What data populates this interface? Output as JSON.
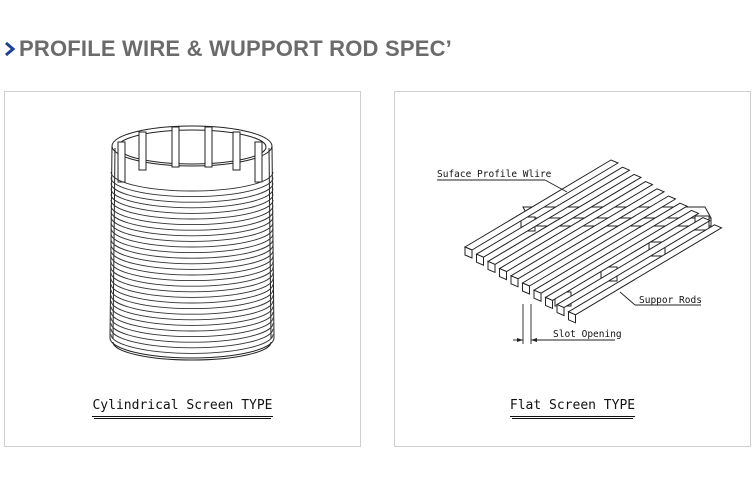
{
  "header": {
    "title": "PROFILE WIRE & WUPPORT ROD SPEC’",
    "accent_color": "#1f3f9a",
    "icon": "chevron-right-icon"
  },
  "panels": [
    {
      "caption": "Cylindrical Screen TYPE"
    },
    {
      "caption": "Flat Screen TYPE",
      "labels": {
        "surface": "Suface Profile Wlire",
        "rods": "Suppor Rods",
        "slot": "Slot Opening"
      }
    }
  ]
}
